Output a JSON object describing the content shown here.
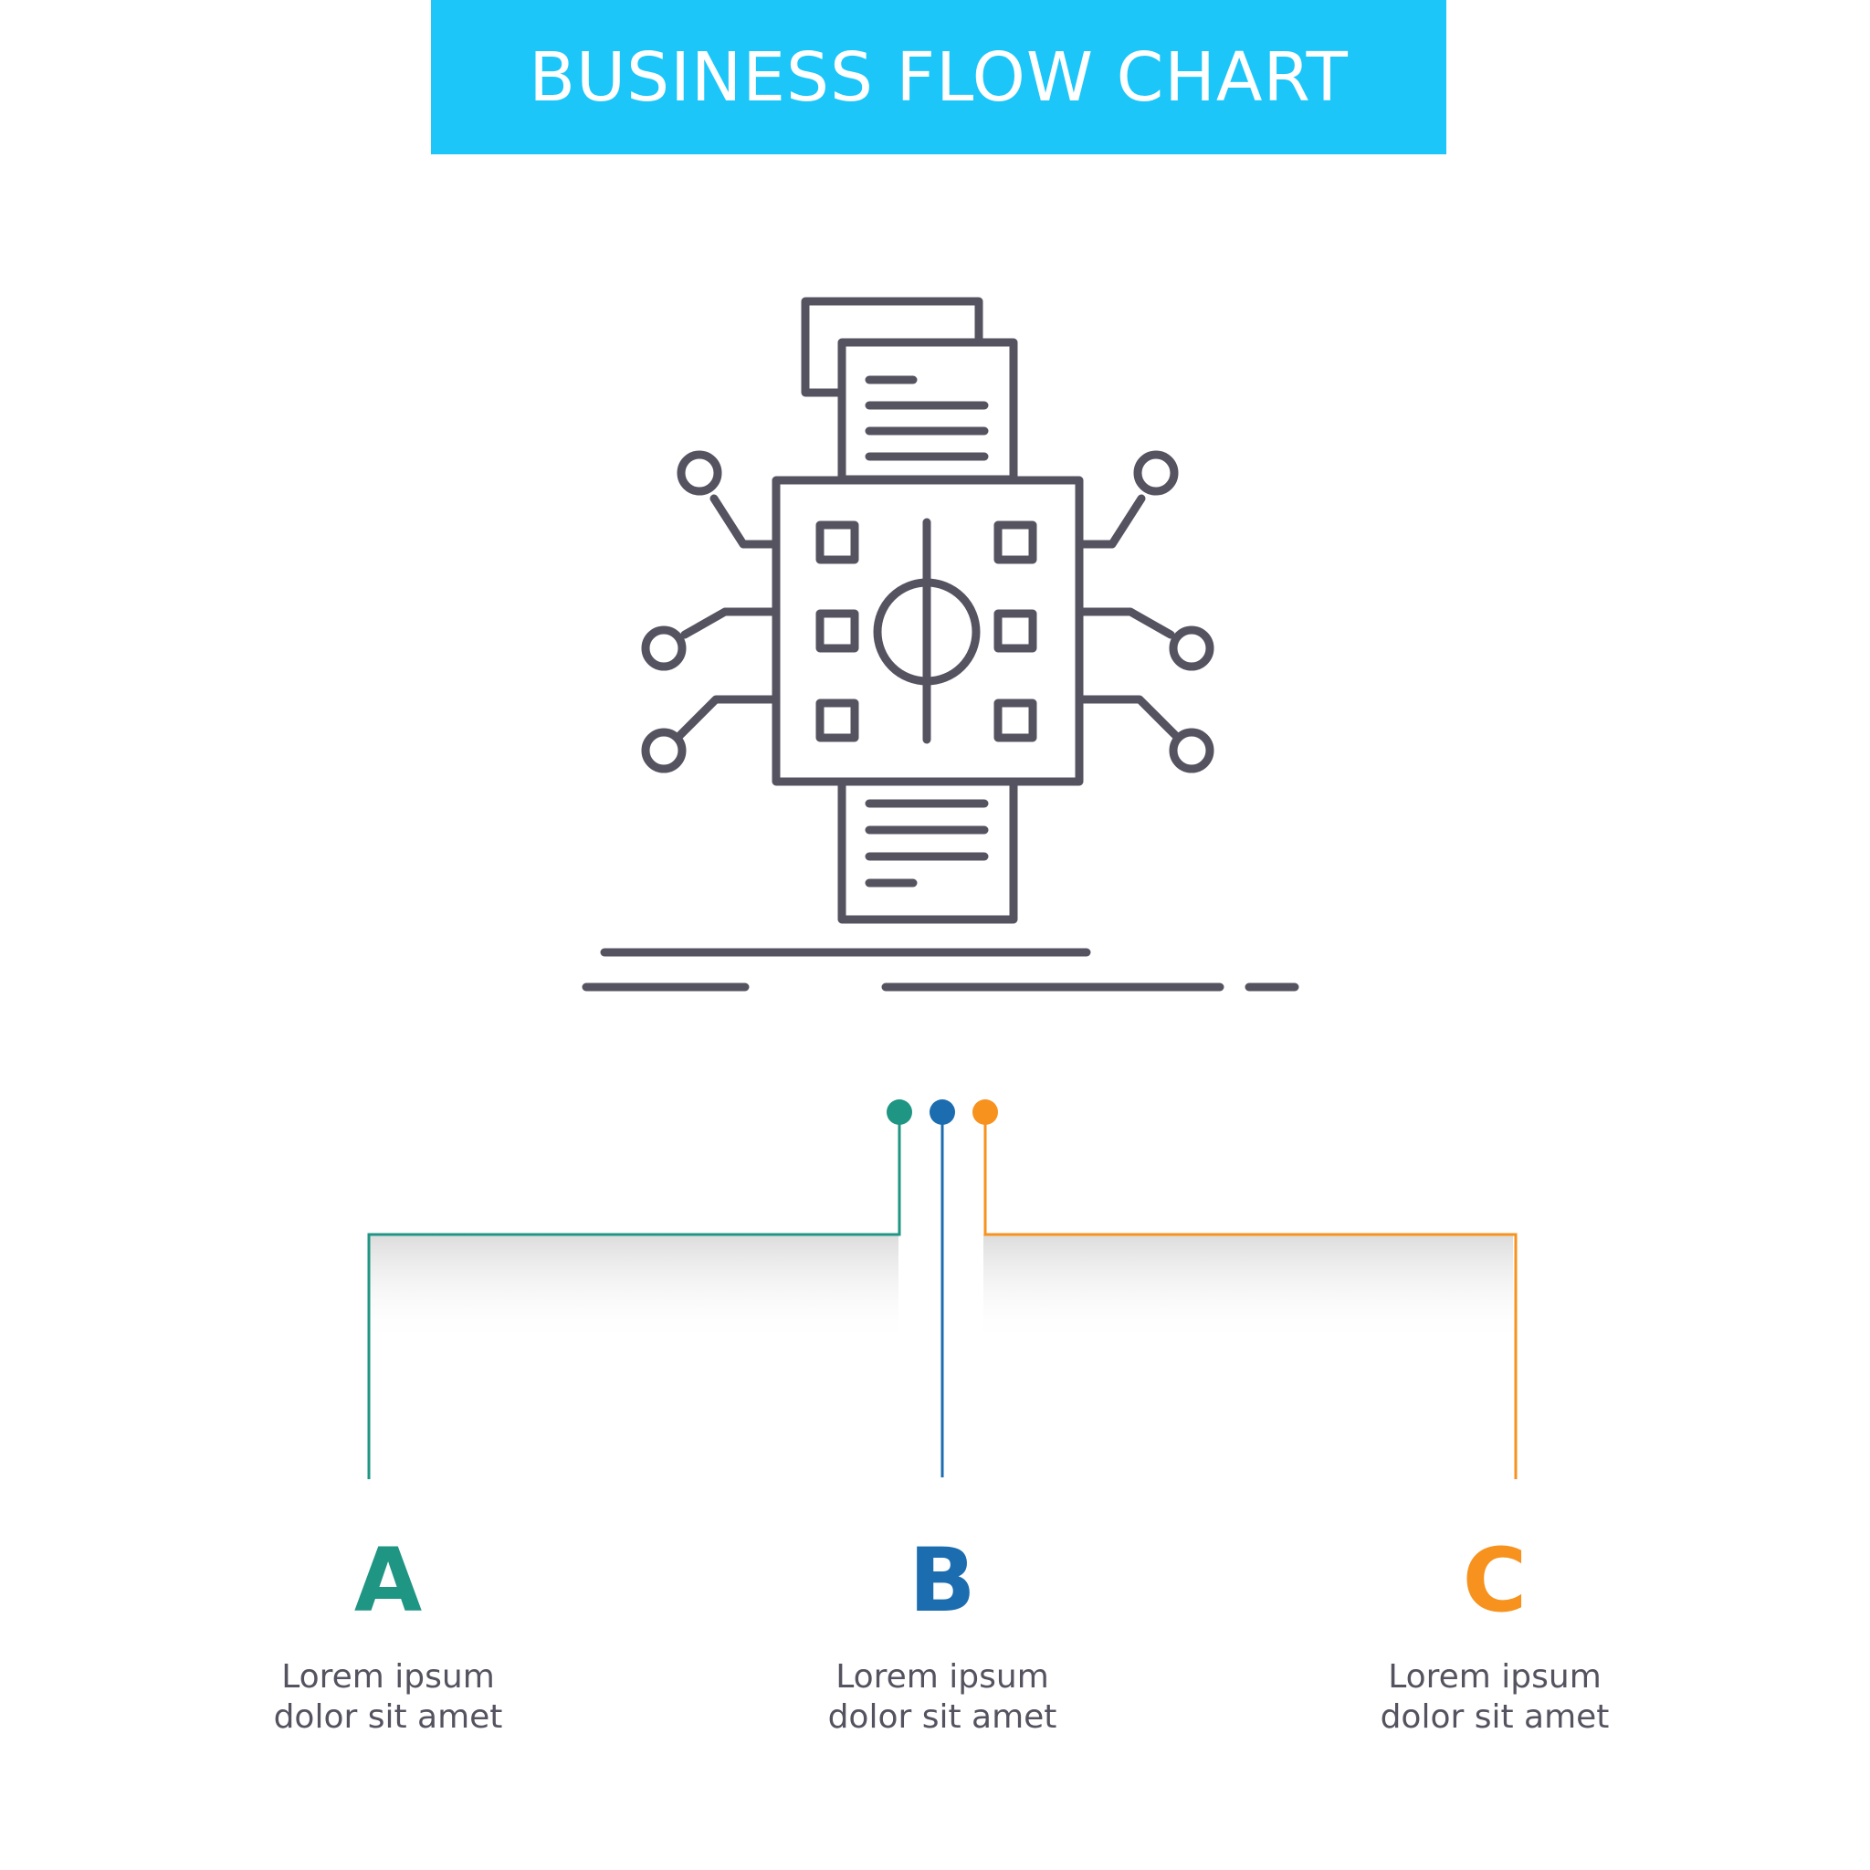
{
  "title": "BUSINESS FLOW CHART",
  "colors": {
    "banner": "#1cc6f8",
    "icon_stroke": "#55535f",
    "a": "#1f9583",
    "b": "#1c6db0",
    "c": "#f7921e"
  },
  "icon": "data-analysis-chip-icon",
  "cards": [
    {
      "letter": "A",
      "line1": "Lorem ipsum",
      "line2": "dolor sit amet"
    },
    {
      "letter": "B",
      "line1": "Lorem ipsum",
      "line2": "dolor sit amet"
    },
    {
      "letter": "C",
      "line1": "Lorem ipsum",
      "line2": "dolor sit amet"
    }
  ]
}
